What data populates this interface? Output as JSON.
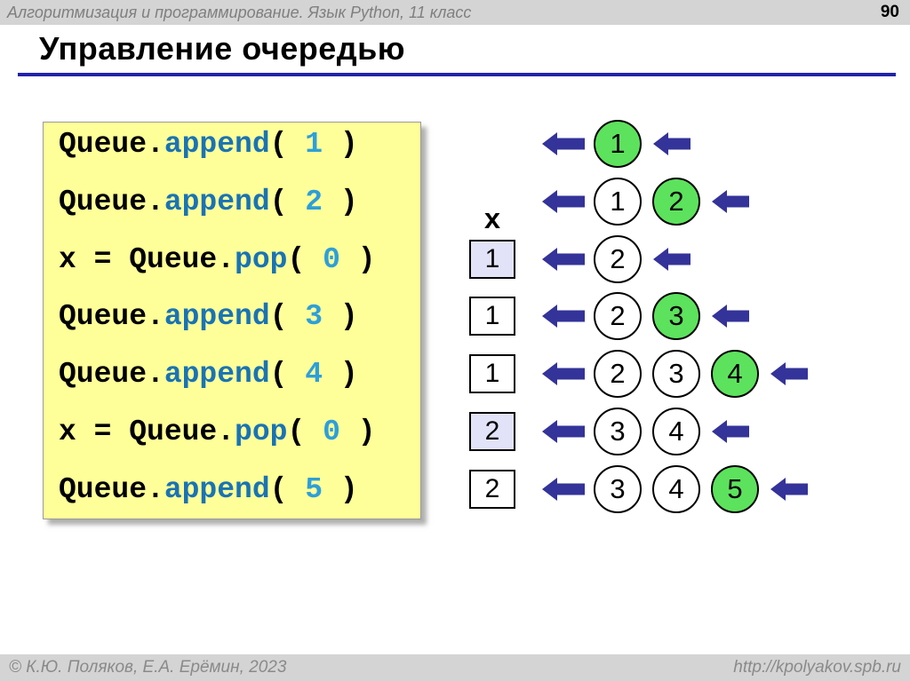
{
  "colors": {
    "bar_bg": "#d4d4d4",
    "bar_text": "#7f7f7f",
    "page_number_text": "#000000",
    "title_underline": "#2222aa",
    "code_box_bg": "#ffff99",
    "code_box_border": "#9a9a9a",
    "code_plain": "#000000",
    "code_method": "#1a73b4",
    "code_number": "#2e9fd9",
    "arrow": "#333399",
    "circle_fill": "#ffffff",
    "circle_new_fill": "#5de25d",
    "circle_border": "#000000",
    "x_box_fill": "#ffffff",
    "x_box_fresh_fill": "#e2e2f8"
  },
  "header": {
    "course_title": "Алгоритмизация и программирование. Язык Python, 11 класс",
    "page_number": "90"
  },
  "slide": {
    "title": "Управление очередью"
  },
  "code": {
    "lines": [
      {
        "segments": [
          {
            "text": "Queue.",
            "style": "plain"
          },
          {
            "text": "append",
            "style": "method"
          },
          {
            "text": "( ",
            "style": "plain"
          },
          {
            "text": "1",
            "style": "number"
          },
          {
            "text": " )",
            "style": "plain"
          }
        ]
      },
      {
        "segments": [
          {
            "text": "Queue.",
            "style": "plain"
          },
          {
            "text": "append",
            "style": "method"
          },
          {
            "text": "( ",
            "style": "plain"
          },
          {
            "text": "2",
            "style": "number"
          },
          {
            "text": " )",
            "style": "plain"
          }
        ]
      },
      {
        "segments": [
          {
            "text": "x = Queue.",
            "style": "plain"
          },
          {
            "text": "pop",
            "style": "method"
          },
          {
            "text": "( ",
            "style": "plain"
          },
          {
            "text": "0",
            "style": "number"
          },
          {
            "text": " )",
            "style": "plain"
          }
        ]
      },
      {
        "segments": [
          {
            "text": "Queue.",
            "style": "plain"
          },
          {
            "text": "append",
            "style": "method"
          },
          {
            "text": "( ",
            "style": "plain"
          },
          {
            "text": "3",
            "style": "number"
          },
          {
            "text": " )",
            "style": "plain"
          }
        ]
      },
      {
        "segments": [
          {
            "text": "Queue.",
            "style": "plain"
          },
          {
            "text": "append",
            "style": "method"
          },
          {
            "text": "( ",
            "style": "plain"
          },
          {
            "text": "4",
            "style": "number"
          },
          {
            "text": " )",
            "style": "plain"
          }
        ]
      },
      {
        "segments": [
          {
            "text": "x = Queue.",
            "style": "plain"
          },
          {
            "text": "pop",
            "style": "method"
          },
          {
            "text": "( ",
            "style": "plain"
          },
          {
            "text": "0",
            "style": "number"
          },
          {
            "text": " )",
            "style": "plain"
          }
        ]
      },
      {
        "segments": [
          {
            "text": "Queue.",
            "style": "plain"
          },
          {
            "text": "append",
            "style": "method"
          },
          {
            "text": "( ",
            "style": "plain"
          },
          {
            "text": "5",
            "style": "number"
          },
          {
            "text": " )",
            "style": "plain"
          }
        ]
      }
    ]
  },
  "diagram": {
    "x_label": "x",
    "rows": [
      {
        "x_box": null,
        "circles": [
          {
            "value": "1",
            "is_new": true
          }
        ]
      },
      {
        "x_box": null,
        "circles": [
          {
            "value": "1",
            "is_new": false
          },
          {
            "value": "2",
            "is_new": true
          }
        ]
      },
      {
        "x_box": {
          "value": "1",
          "is_fresh": true
        },
        "circles": [
          {
            "value": "2",
            "is_new": false
          }
        ]
      },
      {
        "x_box": {
          "value": "1",
          "is_fresh": false
        },
        "circles": [
          {
            "value": "2",
            "is_new": false
          },
          {
            "value": "3",
            "is_new": true
          }
        ]
      },
      {
        "x_box": {
          "value": "1",
          "is_fresh": false
        },
        "circles": [
          {
            "value": "2",
            "is_new": false
          },
          {
            "value": "3",
            "is_new": false
          },
          {
            "value": "4",
            "is_new": true
          }
        ]
      },
      {
        "x_box": {
          "value": "2",
          "is_fresh": true
        },
        "circles": [
          {
            "value": "3",
            "is_new": false
          },
          {
            "value": "4",
            "is_new": false
          }
        ]
      },
      {
        "x_box": {
          "value": "2",
          "is_fresh": false
        },
        "circles": [
          {
            "value": "3",
            "is_new": false
          },
          {
            "value": "4",
            "is_new": false
          },
          {
            "value": "5",
            "is_new": true
          }
        ]
      }
    ]
  },
  "footer": {
    "authors": "© К.Ю. Поляков, Е.А. Ерёмин, 2023",
    "url": "http://kpolyakov.spb.ru"
  }
}
